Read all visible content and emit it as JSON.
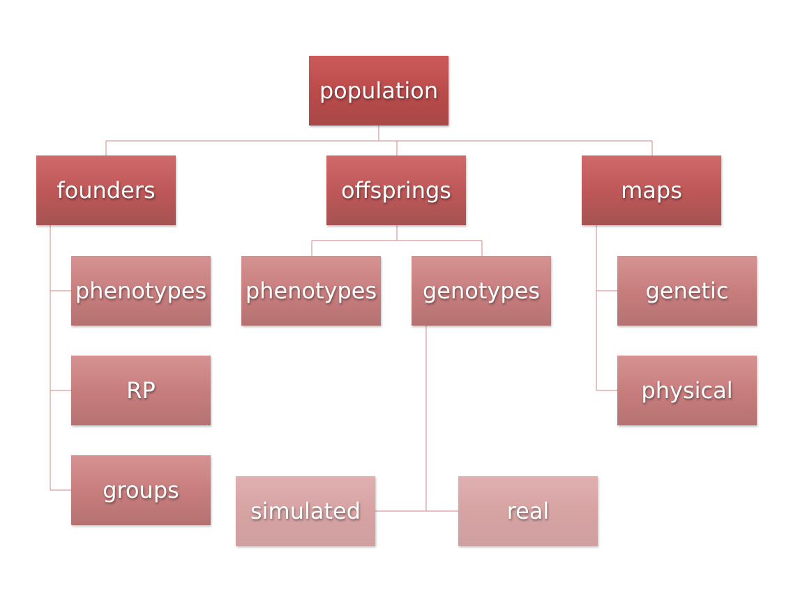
{
  "nodes": {
    "population": "population",
    "founders": "founders",
    "offsprings": "offsprings",
    "maps": "maps",
    "founders_phenotypes": "phenotypes",
    "founders_rp": "RP",
    "founders_groups": "groups",
    "offsprings_phenotypes": "phenotypes",
    "offsprings_genotypes": "genotypes",
    "maps_genetic": "genetic",
    "maps_physical": "physical",
    "genotypes_simulated": "simulated",
    "genotypes_real": "real"
  },
  "colors": {
    "level1": "#c0504d",
    "level2": "#c0504d",
    "level3": "#cf8a8a",
    "level4": "#dba7a7",
    "connector": "#d99a9a",
    "text": "#ffffff"
  }
}
